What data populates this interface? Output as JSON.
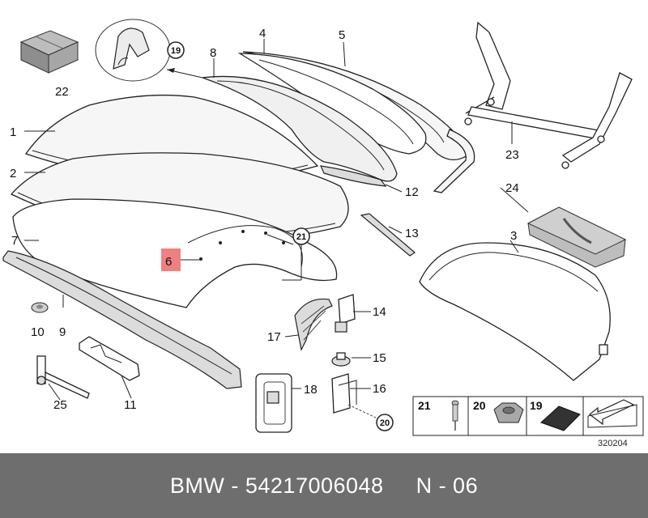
{
  "diagram": {
    "part_numbers": {
      "p1": "1",
      "p2": "2",
      "p3": "3",
      "p4": "4",
      "p5": "5",
      "p6": "6",
      "p7": "7",
      "p8": "8",
      "p9": "9",
      "p10": "10",
      "p11": "11",
      "p12": "12",
      "p13": "13",
      "p14": "14",
      "p15": "15",
      "p16": "16",
      "p17": "17",
      "p18": "18",
      "p19": "19",
      "p20": "20",
      "p21": "21",
      "p22": "22",
      "p23": "23",
      "p24": "24",
      "p25": "25"
    },
    "legend": {
      "l21": "21",
      "l20": "20",
      "l19": "19"
    },
    "catalog_code": "320204",
    "highlight_color": "#f08080"
  },
  "footer": {
    "text": "BMW - 54217006048     N - 06",
    "background": "#6e6e6e"
  }
}
